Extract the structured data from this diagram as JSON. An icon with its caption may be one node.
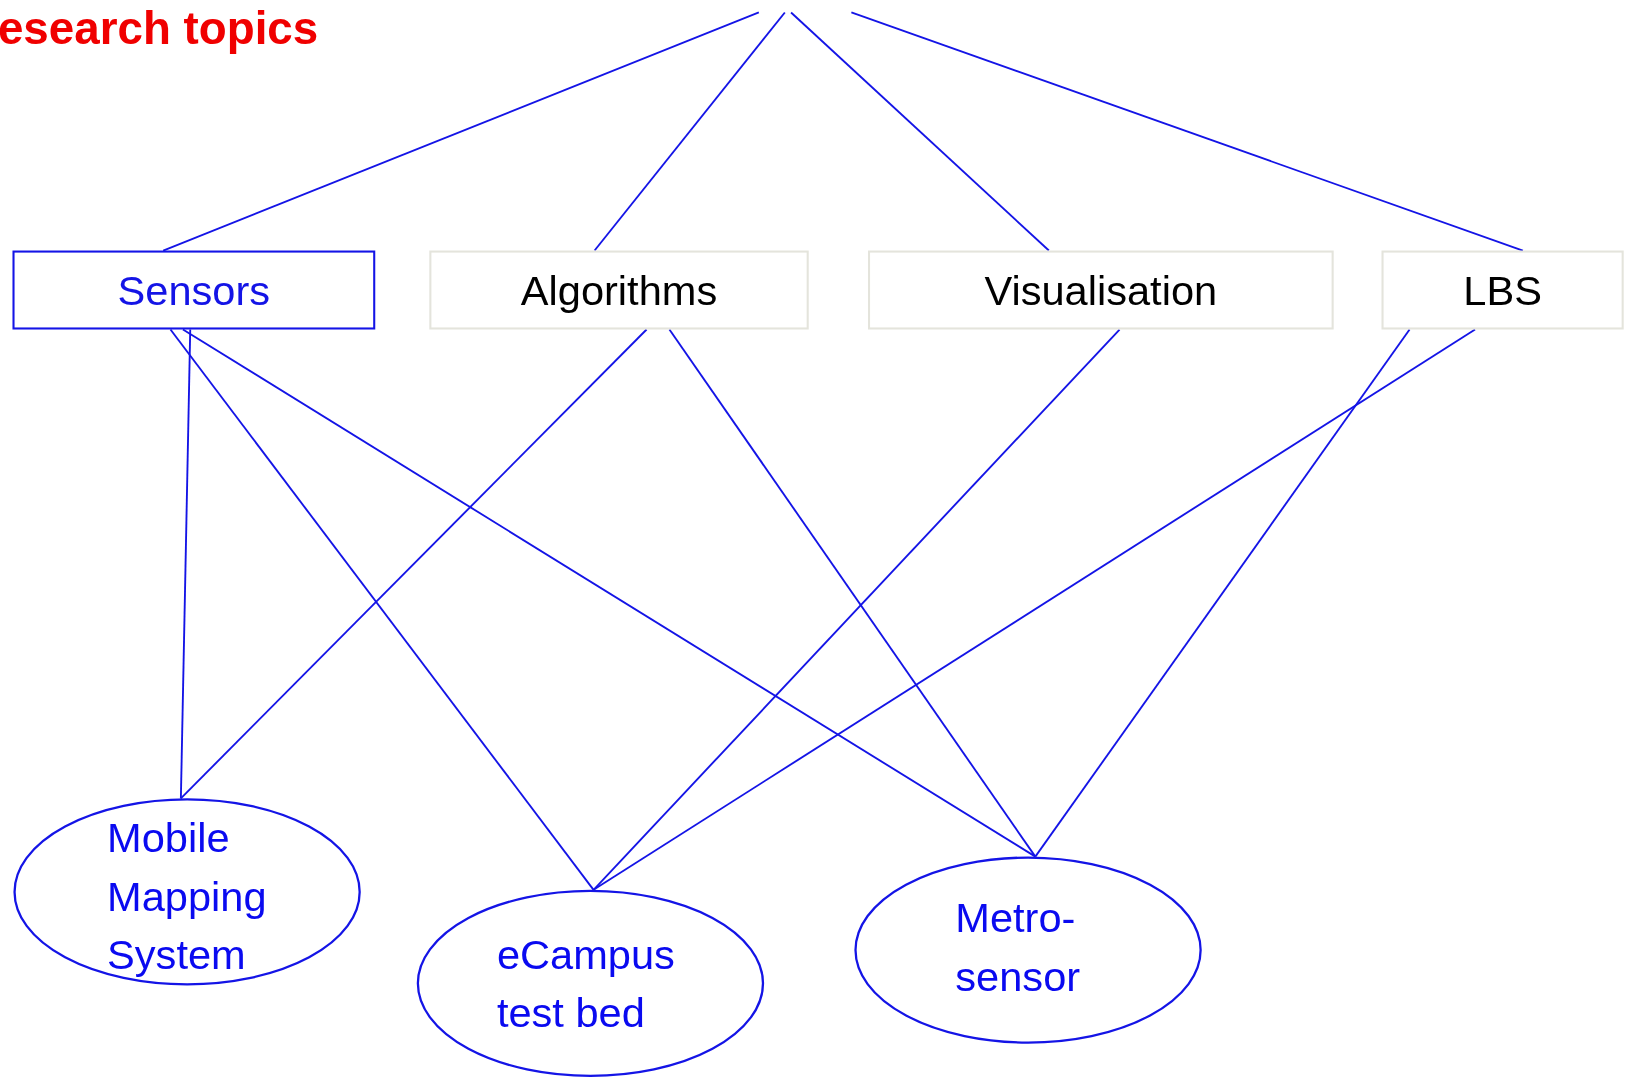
{
  "diagram": {
    "title": "esearch topics",
    "nodes": [
      {
        "text": [
          "Sensors"
        ]
      },
      {
        "text": [
          "Algorithms"
        ]
      },
      {
        "text": [
          "Visualisation"
        ]
      },
      {
        "text": [
          "LBS"
        ]
      },
      {
        "text": [
          "Mobile Mapping System"
        ]
      },
      {
        "text": [
          "eCampus test bed"
        ]
      },
      {
        "text": [
          "Metro- sensor"
        ]
      }
    ],
    "edges": [
      {
        "from": null,
        "to": 0,
        "arrow": "none"
      },
      {
        "from": null,
        "to": 1,
        "arrow": "none"
      },
      {
        "from": null,
        "to": 2,
        "arrow": "none"
      },
      {
        "from": null,
        "to": 3,
        "arrow": "none"
      },
      {
        "from": 0,
        "to": 4,
        "arrow": "none"
      },
      {
        "from": 0,
        "to": 5,
        "arrow": "none"
      },
      {
        "from": 0,
        "to": 6,
        "arrow": "none"
      },
      {
        "from": 1,
        "to": 4,
        "arrow": "none"
      },
      {
        "from": 1,
        "to": 6,
        "arrow": "none"
      },
      {
        "from": 2,
        "to": 5,
        "arrow": "none"
      },
      {
        "from": 3,
        "to": 5,
        "arrow": "none"
      },
      {
        "from": 3,
        "to": 6,
        "arrow": "none"
      }
    ]
  }
}
